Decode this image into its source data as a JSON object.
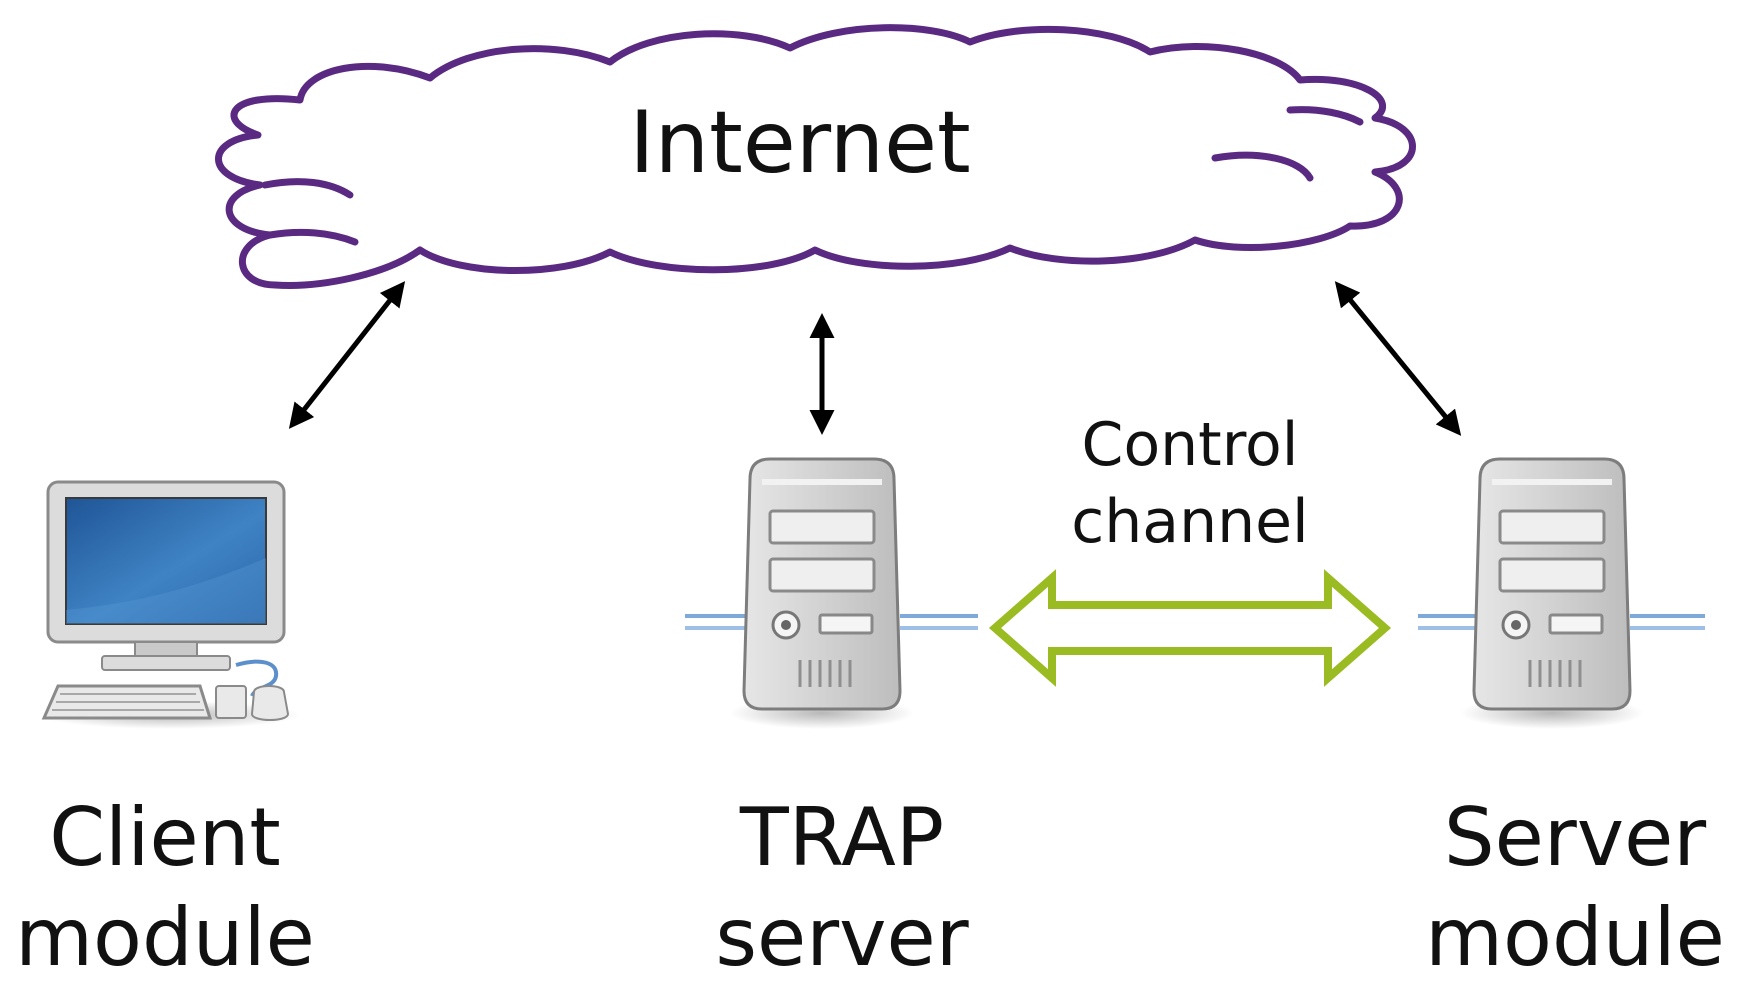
{
  "cloud": {
    "label": "Internet"
  },
  "channel": {
    "line1": "Control",
    "line2": "channel"
  },
  "nodes": {
    "client": {
      "line1": "Client",
      "line2": "module",
      "icon": "desktop-computer-icon"
    },
    "trap": {
      "line1": "TRAP",
      "line2": "server",
      "icon": "server-tower-icon"
    },
    "server": {
      "line1": "Server",
      "line2": "module",
      "icon": "server-tower-icon"
    }
  },
  "colors": {
    "cloud_stroke": "#5a2a82",
    "channel_arrow": "#9bbb23",
    "connector_arrow": "#000000",
    "monitor_screen": "#2f6fb0",
    "network_cable": "#7fa9d8"
  }
}
